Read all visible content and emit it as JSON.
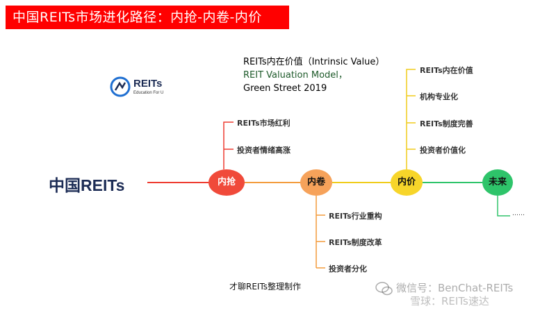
{
  "title": "中国REITs市场进化路径：内抢-内卷-内价",
  "logo": {
    "title": "REITs",
    "subtitle": "Education For U"
  },
  "source": {
    "line1": "REITs内在价值（Intrinsic Value）",
    "line2": "REIT Valuation Model，",
    "line3": "Green Street 2019"
  },
  "root": "中国REITs",
  "stages": [
    {
      "label": "内抢",
      "fill": "#f04a3a",
      "text_color": "#ffffff",
      "leaves": [
        "REITs市场红利",
        "投资者情绪高涨"
      ]
    },
    {
      "label": "内卷",
      "fill": "#f6a25a",
      "text_color": "#111111",
      "leaves": [
        "REITs行业重构",
        "REITs制度改革",
        "投资者分化"
      ]
    },
    {
      "label": "内价",
      "fill": "#f7d52a",
      "text_color": "#111111",
      "leaves": [
        "REITs内在价值",
        "机构专业化",
        "REITs制度完善",
        "投资者价值化"
      ]
    },
    {
      "label": "未来",
      "fill": "#2ec46a",
      "text_color": "#111111",
      "leaves": [
        "……"
      ]
    }
  ],
  "credit": "才聊REITs整理制作",
  "watermark": {
    "line1": "微信号：BenChat-REITs",
    "line2": "雪球：REITs速达"
  },
  "colors": {
    "red": "#ee3b30",
    "orange": "#f39c3c",
    "yellow": "#f0cc1a",
    "green": "#2ec46a"
  }
}
